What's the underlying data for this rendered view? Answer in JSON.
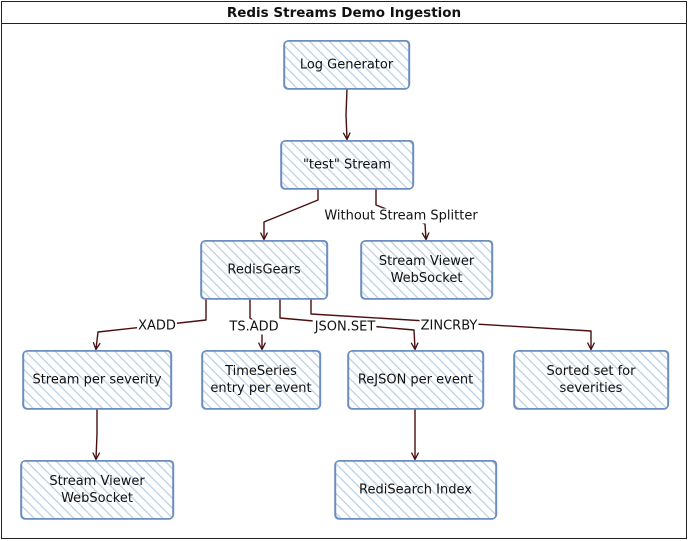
{
  "title": "Redis Streams Demo Ingestion",
  "colors": {
    "node_fill": "#dce8f4",
    "node_hatch": "#b9cfe4",
    "node_stroke": "#6c8ebf",
    "edge": "#4a0e0e"
  },
  "nodes": [
    {
      "id": "log-generator",
      "lines": [
        "Log Generator"
      ]
    },
    {
      "id": "test-stream",
      "lines": [
        "\"test\" Stream"
      ]
    },
    {
      "id": "redisgears",
      "lines": [
        "RedisGears"
      ]
    },
    {
      "id": "stream-viewer-top",
      "lines": [
        "Stream Viewer",
        "WebSocket"
      ]
    },
    {
      "id": "stream-per-severity",
      "lines": [
        "Stream per severity"
      ]
    },
    {
      "id": "timeseries-entry",
      "lines": [
        "TimeSeries",
        "entry per event"
      ]
    },
    {
      "id": "rejson-per-event",
      "lines": [
        "ReJSON per event"
      ]
    },
    {
      "id": "sorted-set-severities",
      "lines": [
        "Sorted set for",
        "severities"
      ]
    },
    {
      "id": "stream-viewer-bottom",
      "lines": [
        "Stream Viewer",
        "WebSocket"
      ]
    },
    {
      "id": "redisearch-index",
      "lines": [
        "RediSearch Index"
      ]
    }
  ],
  "edges": [
    {
      "from": "log-generator",
      "to": "test-stream",
      "label": ""
    },
    {
      "from": "test-stream",
      "to": "redisgears",
      "label": ""
    },
    {
      "from": "test-stream",
      "to": "stream-viewer-top",
      "label": "Without Stream Splitter"
    },
    {
      "from": "redisgears",
      "to": "stream-per-severity",
      "label": "XADD"
    },
    {
      "from": "redisgears",
      "to": "timeseries-entry",
      "label": "TS.ADD"
    },
    {
      "from": "redisgears",
      "to": "rejson-per-event",
      "label": "JSON.SET"
    },
    {
      "from": "redisgears",
      "to": "sorted-set-severities",
      "label": "ZINCRBY"
    },
    {
      "from": "stream-per-severity",
      "to": "stream-viewer-bottom",
      "label": ""
    },
    {
      "from": "rejson-per-event",
      "to": "redisearch-index",
      "label": ""
    }
  ]
}
